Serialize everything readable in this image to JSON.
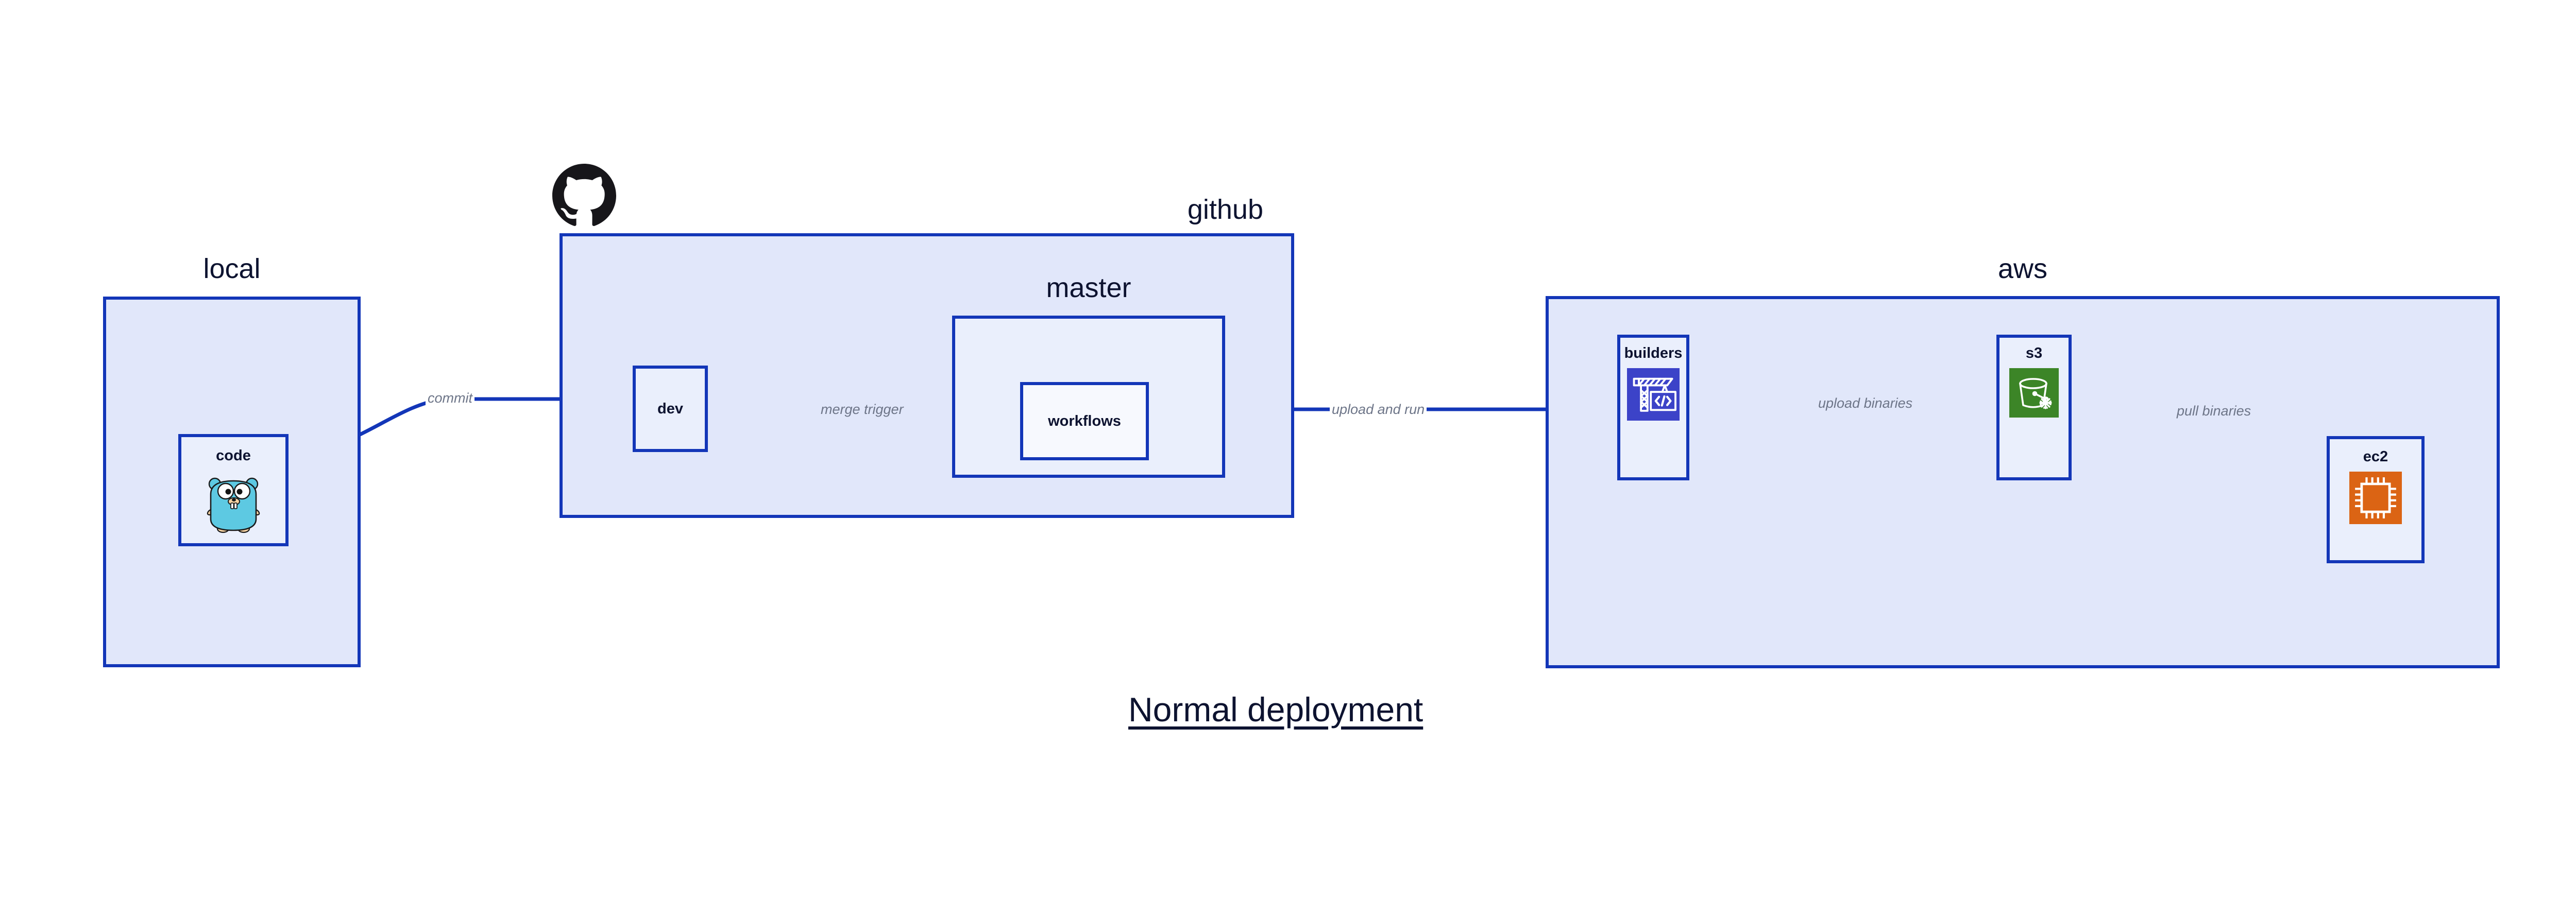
{
  "diagram": {
    "title": "Normal deployment",
    "colors": {
      "border": "#1336B8",
      "group_fill_outer": "#E1E7FA",
      "group_fill_inner": "#EAEFFC",
      "node_fill": "#EAEFFC",
      "node_fill_white": "#F7F9FE",
      "text_dark": "#0D1330",
      "edge_label": "#6D7588",
      "arrow": "#1336B8",
      "builders_icon_bg": "#3C43C8",
      "s3_icon_bg": "#3C8527",
      "ec2_icon_bg": "#DB6414",
      "github_logo": "#17161A",
      "gopher_body": "#5DC9E2",
      "gopher_outline": "#1A1A1A",
      "gopher_muzzle": "#F6D2A2"
    },
    "groups": [
      {
        "id": "local",
        "label": "local",
        "title_align": "center"
      },
      {
        "id": "github",
        "label": "github",
        "title_align": "right"
      },
      {
        "id": "master",
        "label": "master",
        "title_align": "center"
      },
      {
        "id": "aws",
        "label": "aws",
        "title_align": "center"
      }
    ],
    "nodes": [
      {
        "id": "code",
        "label": "code",
        "icon": "go-gopher-icon",
        "group": "local"
      },
      {
        "id": "dev",
        "label": "dev",
        "icon": null,
        "group": "github"
      },
      {
        "id": "workflows",
        "label": "workflows",
        "icon": null,
        "group": "master"
      },
      {
        "id": "builders",
        "label": "builders",
        "icon": "crane-code-icon",
        "group": "aws"
      },
      {
        "id": "s3",
        "label": "s3",
        "icon": "s3-bucket-icon",
        "group": "aws"
      },
      {
        "id": "ec2",
        "label": "ec2",
        "icon": "cpu-chip-icon",
        "group": "aws"
      }
    ],
    "edges": [
      {
        "id": "commit",
        "label": "commit",
        "from": "code",
        "to": "dev",
        "style": "curved"
      },
      {
        "id": "merge-trigger",
        "label": "merge trigger",
        "from": "dev",
        "to": "workflows",
        "style": "straight"
      },
      {
        "id": "upload-run",
        "label": "upload and run",
        "from": "workflows",
        "to": "builders",
        "style": "straight"
      },
      {
        "id": "upload-bin",
        "label": "upload binaries",
        "from": "builders",
        "to": "s3",
        "style": "straight"
      },
      {
        "id": "pull-bin",
        "label": "pull binaries",
        "from": "s3",
        "to": "ec2",
        "style": "curved"
      }
    ],
    "icons": {
      "github_logo": "github-octocat-icon"
    }
  }
}
